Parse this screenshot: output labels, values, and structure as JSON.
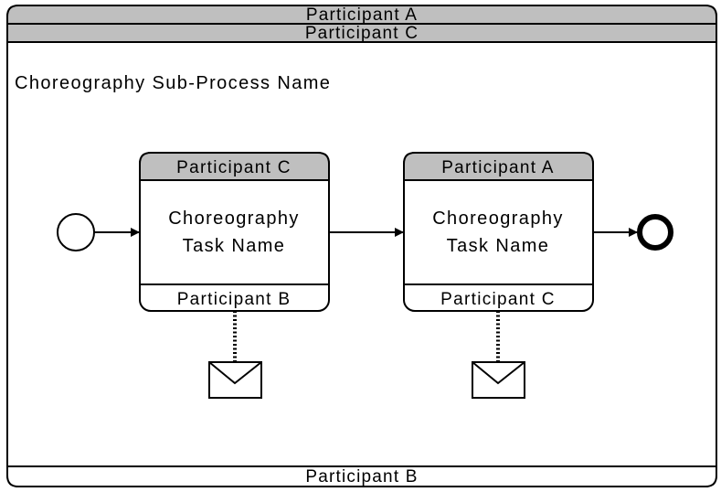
{
  "subprocess": {
    "top_participant_1": "Participant A",
    "top_participant_2": "Participant C",
    "bottom_participant": "Participant B",
    "name": "Choreography Sub-Process Name"
  },
  "tasks": [
    {
      "top_participant": "Participant C",
      "name_line1": "Choreography",
      "name_line2": "Task Name",
      "bottom_participant": "Participant B"
    },
    {
      "top_participant": "Participant A",
      "name_line1": "Choreography",
      "name_line2": "Task Name",
      "bottom_participant": "Participant C"
    }
  ],
  "colors": {
    "participant_band_fill": "#BFBFBF",
    "stroke": "#000000",
    "background": "#FFFFFF"
  }
}
